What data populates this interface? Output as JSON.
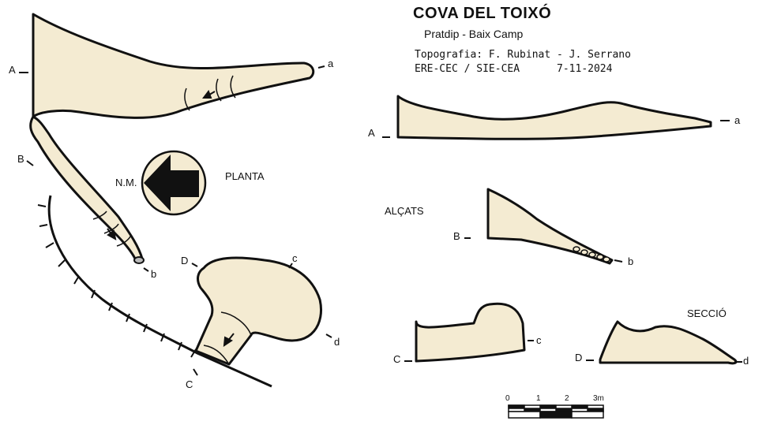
{
  "header": {
    "title": "COVA DEL TOIXÓ",
    "location": "Pratdip  -  Baix Camp",
    "survey": "Topografia: F. Rubinat - J. Serrano",
    "org_date": "ERE-CEC / SIE-CEA      7-11-2024"
  },
  "plan": {
    "label": "PLANTA",
    "north_label": "N.M.",
    "points": [
      "A",
      "a",
      "B",
      "b",
      "C",
      "c",
      "D",
      "d"
    ]
  },
  "elevations": {
    "label": "ALÇATS",
    "section_label": "SECCIÓ",
    "profiles": [
      {
        "start": "A",
        "end": "a"
      },
      {
        "start": "B",
        "end": "b"
      },
      {
        "start": "C",
        "end": "c"
      },
      {
        "start": "D",
        "end": "d"
      }
    ]
  },
  "scale": {
    "ticks": [
      "0",
      "1",
      "2",
      "3m"
    ]
  },
  "colors": {
    "cave_fill": "#f4ebd2",
    "ink": "#111111"
  }
}
